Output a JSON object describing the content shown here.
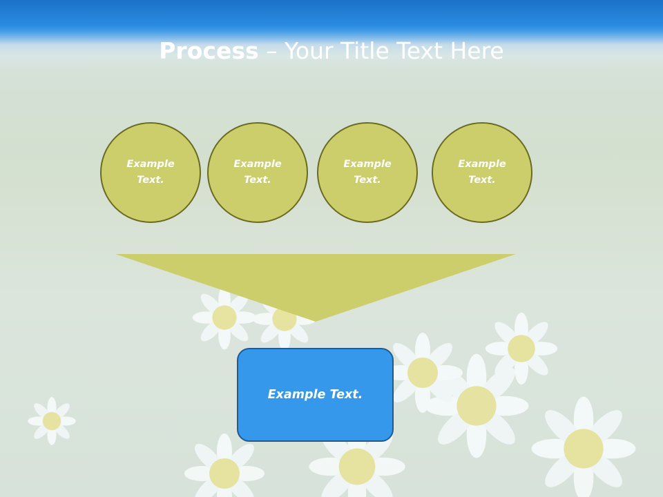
{
  "slide": {
    "title_bold": "Process",
    "title_rest": " – Your Title Text Here",
    "circles": [
      {
        "label": "Example\nText."
      },
      {
        "label": "Example\nText."
      },
      {
        "label": "Example\nText."
      },
      {
        "label": "Example\nText."
      }
    ],
    "result_box": {
      "label": "Example Text."
    }
  },
  "colors": {
    "header_blue": "#1a72c8",
    "circle_fill": "#cccd6b",
    "circle_border": "#6a6b22",
    "funnel_fill": "#cccd6b",
    "box_fill": "#3598ea",
    "box_border": "#1f5a95"
  }
}
